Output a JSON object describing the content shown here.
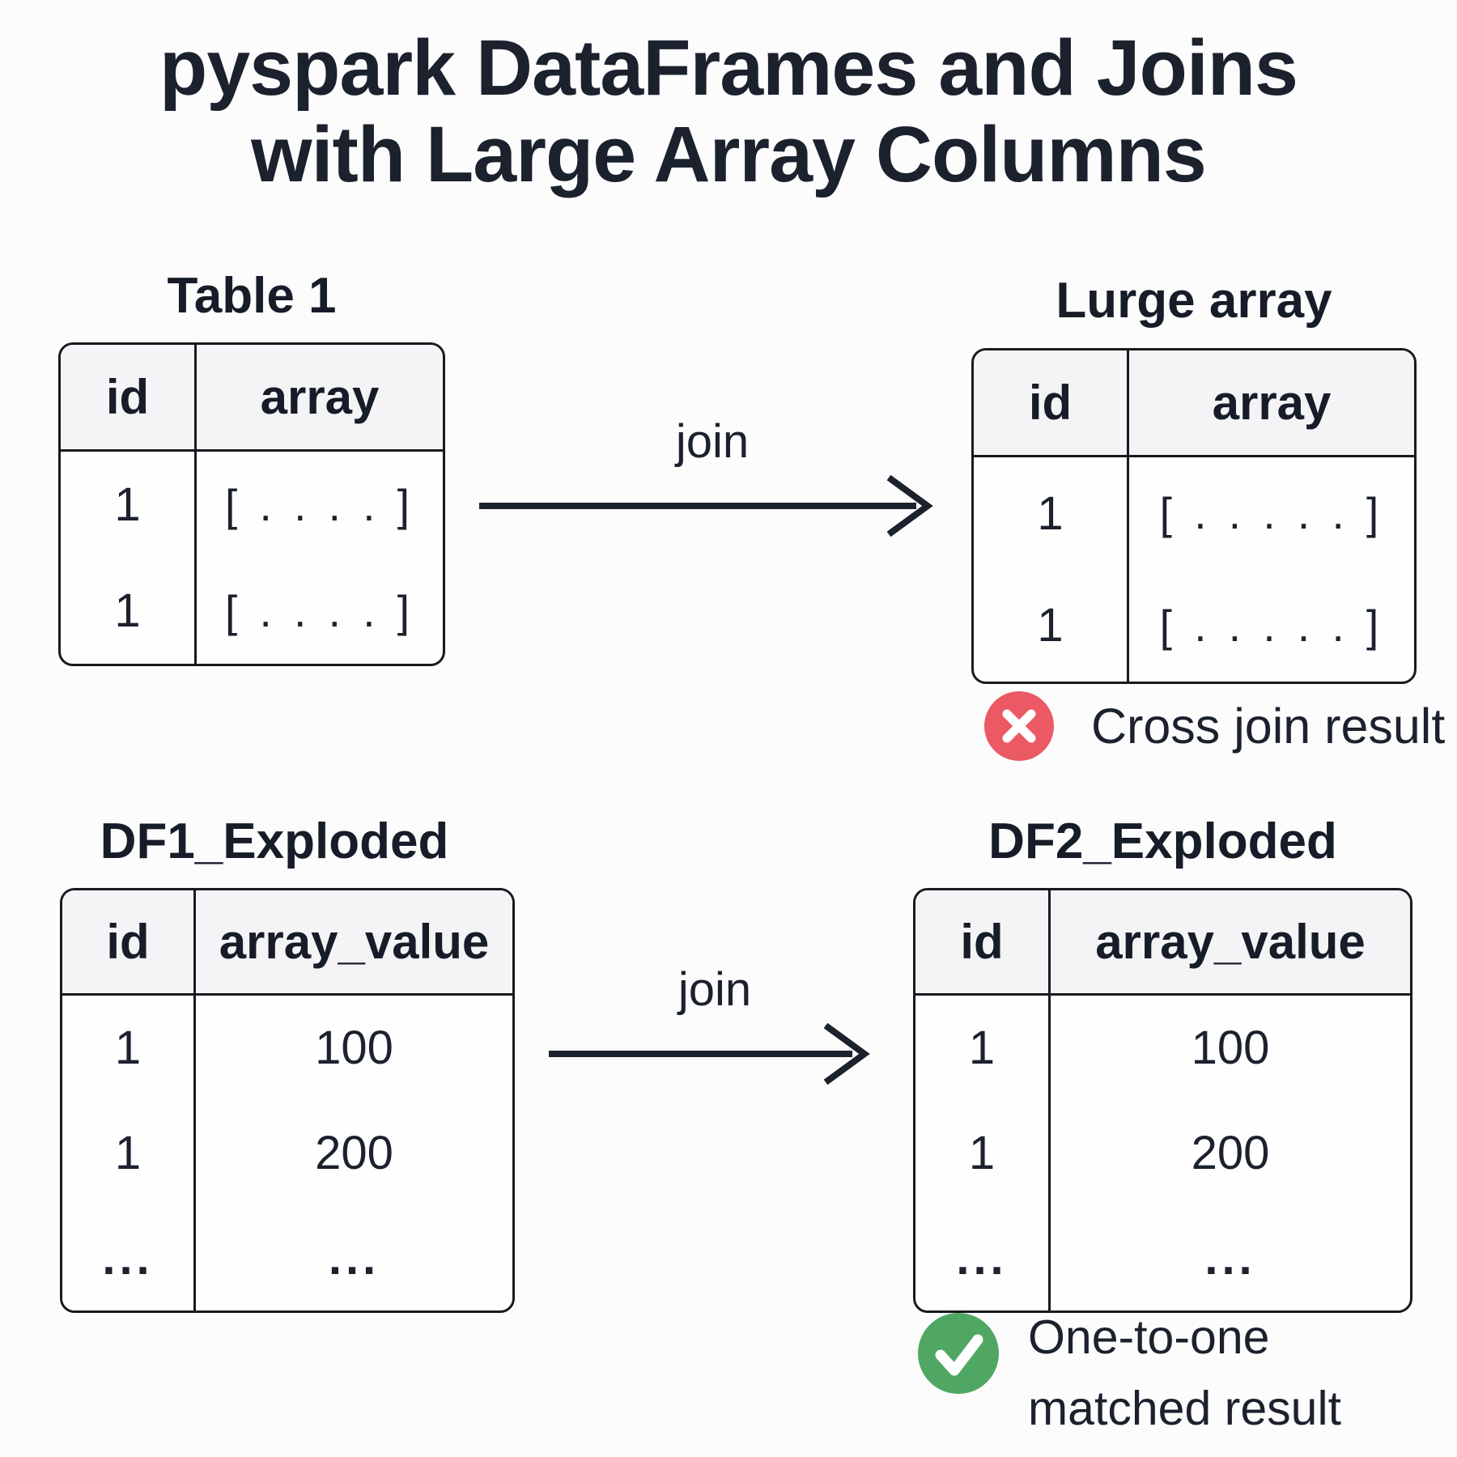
{
  "title": {
    "line1": "pyspark DataFrames and Joins",
    "line2": "with Large Array Columns"
  },
  "colors": {
    "background": "#fcfcfd",
    "text": "#1b212d",
    "table_border": "#191920",
    "table_header_bg": "#f4f4f6",
    "cross_red": "#eb5a64",
    "check_green": "#4fa763"
  },
  "top_flow": {
    "left_table": {
      "title": "Table 1",
      "columns": [
        "id",
        "array"
      ],
      "rows": [
        [
          "1",
          "[ . . . . ]"
        ],
        [
          "1",
          "[ . . . . ]"
        ]
      ]
    },
    "join_label": "join",
    "right_table": {
      "title": "Lurge array",
      "columns": [
        "id",
        "array"
      ],
      "rows": [
        [
          "1",
          "[ . . . . . ]"
        ],
        [
          "1",
          "[ . . . . . ]"
        ]
      ]
    },
    "status": {
      "icon": "cross-icon",
      "label": "Cross join result"
    }
  },
  "bottom_flow": {
    "left_table": {
      "title": "DF1_Exploded",
      "columns": [
        "id",
        "array_value"
      ],
      "rows": [
        [
          "1",
          "100"
        ],
        [
          "1",
          "200"
        ],
        [
          "...",
          "..."
        ]
      ]
    },
    "join_label": "join",
    "right_table": {
      "title": "DF2_Exploded",
      "columns": [
        "id",
        "array_value"
      ],
      "rows": [
        [
          "1",
          "100"
        ],
        [
          "1",
          "200"
        ],
        [
          "...",
          "..."
        ]
      ]
    },
    "status": {
      "icon": "check-icon",
      "label_line1": "One-to-one",
      "label_line2": "matched result"
    }
  }
}
